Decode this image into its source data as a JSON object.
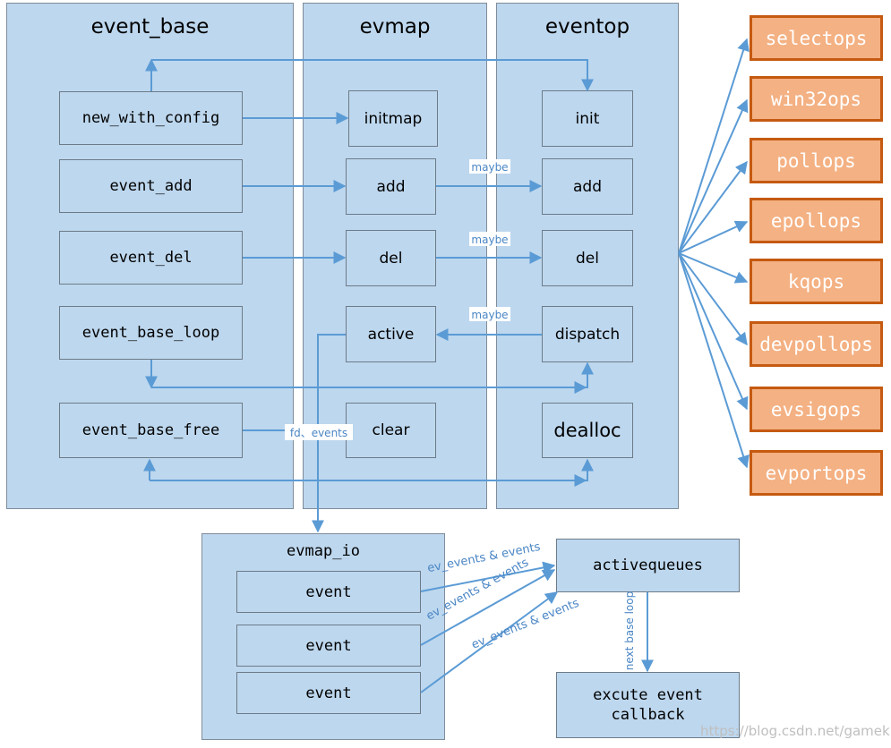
{
  "columns": {
    "event_base": {
      "title": "event_base",
      "items": [
        "new_with_config",
        "event_add",
        "event_del",
        "event_base_loop",
        "event_base_free"
      ]
    },
    "evmap": {
      "title": "evmap",
      "items": [
        "initmap",
        "add",
        "del",
        "active",
        "clear"
      ]
    },
    "eventop": {
      "title": "eventop",
      "items": [
        "init",
        "add",
        "del",
        "dispatch",
        "dealloc"
      ]
    }
  },
  "ops": [
    "selectops",
    "win32ops",
    "pollops",
    "epollops",
    "kqops",
    "devpollops",
    "evsigops",
    "evportops"
  ],
  "evmap_io": {
    "title": "evmap_io",
    "events": [
      "event",
      "event",
      "event"
    ]
  },
  "activequeues": "activequeues",
  "callback": {
    "line1": "excute event",
    "line2": "callback"
  },
  "labels": {
    "maybe_add": "maybe",
    "maybe_del": "maybe",
    "maybe_dispatch": "maybe",
    "fd_events": "fd、events",
    "ev_events_1": "ev_events & events",
    "ev_events_2": "ev_events & events",
    "ev_events_3": "ev_events & events",
    "next_base_loop": "next base loop"
  },
  "watermark": "https://blog.csdn.net/gamekit",
  "colors": {
    "panel_fill": "#bdd7ee",
    "arrow": "#5b9bd5",
    "op_fill": "#f4b183",
    "op_border": "#c55a11"
  }
}
